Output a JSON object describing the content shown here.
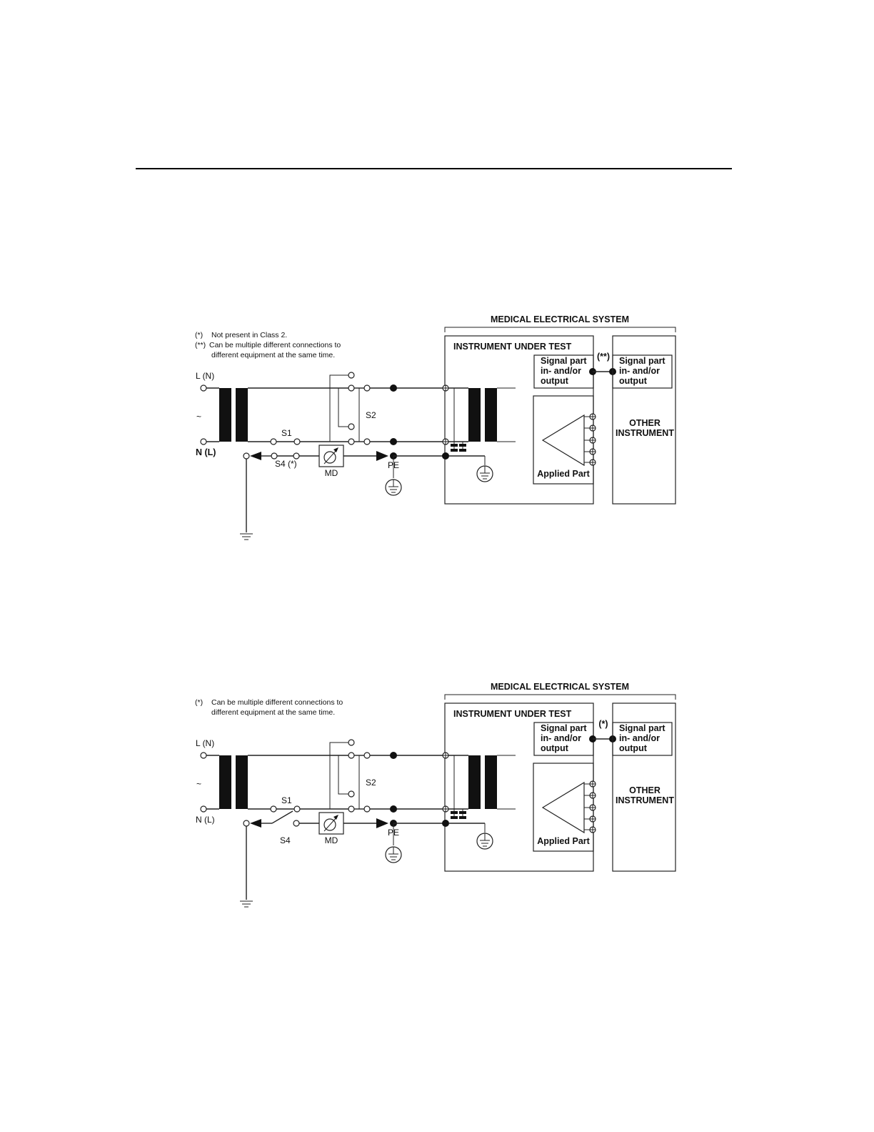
{
  "diagrams": [
    {
      "id": "d1",
      "system_label": "MEDICAL ELECTRICAL SYSTEM",
      "notes": [
        {
          "mark": "(*)",
          "text": "Not present in Class 2."
        },
        {
          "mark": "(**)",
          "text": "Can be multiple different connections to"
        },
        {
          "mark": "",
          "text": "different equipment at the same time."
        }
      ],
      "line_label": "L (N)",
      "neutral_label": "N (L)",
      "neutral_bold": true,
      "ac_symbol": "~",
      "switch_s1": "S1",
      "switch_s2": "S2",
      "switch_s4": "S4 (*)",
      "s4_open": false,
      "md_label": "MD",
      "pe_label": "PE",
      "instrument_label": "INSTRUMENT UNDER TEST",
      "signal_part_lines": [
        "Signal part",
        "in- and/or",
        "output"
      ],
      "connection_mark": "(**)",
      "other_signal_part_lines": [
        "Signal part",
        "in- and/or",
        "output"
      ],
      "other_instrument_lines": [
        "OTHER",
        "INSTRUMENT"
      ],
      "other_box_bold": true,
      "applied_part_label": "Applied Part"
    },
    {
      "id": "d2",
      "system_label": "MEDICAL ELECTRICAL SYSTEM",
      "notes": [
        {
          "mark": "(*)",
          "text": "Can be multiple different connections to"
        },
        {
          "mark": "",
          "text": "different equipment at the same time."
        }
      ],
      "line_label": "L (N)",
      "neutral_label": "N (L)",
      "neutral_bold": false,
      "ac_symbol": "~",
      "switch_s1": "S1",
      "switch_s2": "S2",
      "switch_s4": "S4",
      "s4_open": true,
      "md_label": "MD",
      "pe_label": "PE",
      "instrument_label": "INSTRUMENT UNDER TEST",
      "signal_part_lines": [
        "Signal part",
        "in- and/or",
        "output"
      ],
      "connection_mark": "(*)",
      "other_signal_part_lines": [
        "Signal part",
        "in- and/or",
        "output"
      ],
      "other_instrument_lines": [
        "OTHER",
        "INSTRUMENT"
      ],
      "other_box_bold": false,
      "applied_part_label": "Applied Part"
    }
  ]
}
